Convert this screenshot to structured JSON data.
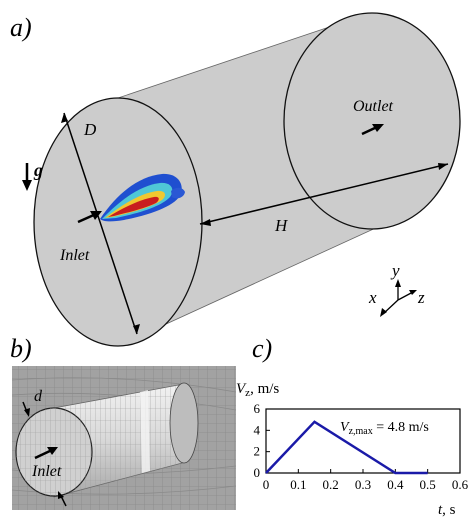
{
  "panels": {
    "a": {
      "label": "a)",
      "D": "D",
      "H": "H",
      "g": "g",
      "inlet": "Inlet",
      "outlet": "Outlet",
      "axes": {
        "x": "x",
        "y": "y",
        "z": "z"
      }
    },
    "b": {
      "label": "b)",
      "d": "d",
      "inlet": "Inlet"
    },
    "c": {
      "label": "c)",
      "ylabel_main": "V",
      "ylabel_sub": "z",
      "ylabel_unit": ", m/s",
      "xlabel_main": "t",
      "xlabel_unit": ", s",
      "annotation_main": "V",
      "annotation_sub": "z,max",
      "annotation_value": " = 4.8 m/s"
    }
  },
  "colors": {
    "cylinder_fill": "#cccccc",
    "velocity_line": "#1a1aa8",
    "mesh_background": "#9a9a9a"
  },
  "chart_data": {
    "type": "line",
    "x": [
      0,
      0.15,
      0.4,
      0.5
    ],
    "series": [
      {
        "values": [
          0,
          4.8,
          0,
          0
        ]
      }
    ],
    "xlim": [
      0,
      0.6
    ],
    "ylim": [
      0,
      6
    ],
    "xticks": [
      "0",
      "0.1",
      "0.2",
      "0.3",
      "0.4",
      "0.5",
      "0.6"
    ],
    "yticks": [
      "0",
      "2",
      "4",
      "6"
    ],
    "grid": false
  }
}
